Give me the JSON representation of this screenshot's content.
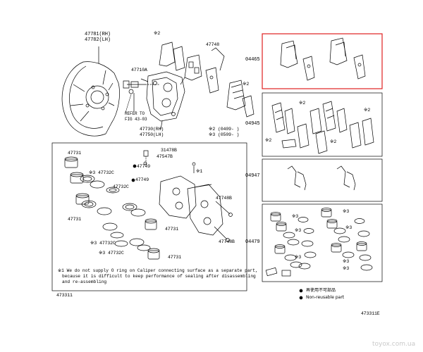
{
  "labels": {
    "shield_rh": "47781(RH)",
    "shield_lh": "47782(LH)",
    "clip_47748": "47748",
    "n_47710a": "47710A",
    "refer_to": "REFER TO",
    "fig_ref": "FIG 43-03",
    "caliper_rh": "47730(RH)",
    "caliper_lh": "47750(LH)",
    "n_47731_a": "47731",
    "n_47731_b": "47731",
    "n_47731_c": "47731",
    "n_47731_d": "47731",
    "n_31478b": "31478B",
    "n_47547b": "47547B",
    "n_47749_a": "47749",
    "n_47749_b": "47749",
    "n_47732c_a": "※3 47732C",
    "n_47732c_b": "47732C",
    "n_47732c_c": "※3 47732C",
    "n_47732c_d": "※3 47732C",
    "n_47748b_a": "47748B",
    "n_47748b_b": "47748B",
    "mark_1": "※1",
    "mark2_a": "※2",
    "mark2_b": "※2",
    "mark2_c": "※2",
    "mark2_d": "※2",
    "mark2_e": "※2",
    "mark2_f": "※2",
    "mark3_a": "※3",
    "mark3_b": "※3",
    "mark3_c": "※3",
    "mark3_d": "※3",
    "mark3_e": "※3",
    "mark3_f": "※3",
    "mark3_g": "※3",
    "date_2": "※2 (0409-      )",
    "date_3": "※3 (0509-      )",
    "kit_04465": "04465",
    "kit_04945": "04945",
    "kit_04947": "04947",
    "kit_04479": "04479",
    "fig_left": "473311",
    "fig_right": "473311E"
  },
  "note": {
    "line1": "※1 We do not supply O ring on Caliper connecting surface as a separate part,",
    "line2": "because it is difficult to keep performance of sealing after disassembling",
    "line3": "and re-assembling"
  },
  "legend": {
    "jp": "再使用不可部品",
    "en": "Non-reusable part"
  },
  "watermark": "toyox.com.ua",
  "colors": {
    "highlight_box": "#e02020",
    "line": "#000000",
    "watermark": "#c9c9c9"
  }
}
